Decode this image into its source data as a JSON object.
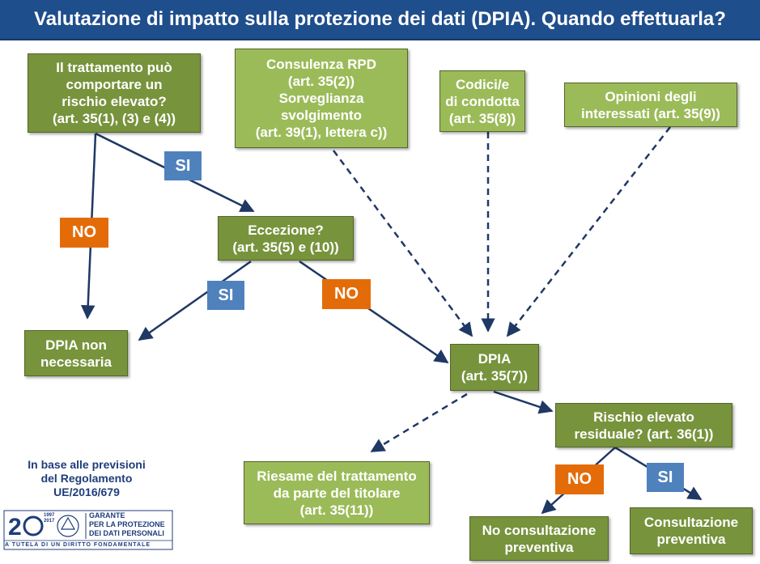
{
  "title": "Valutazione di impatto sulla protezione dei dati (DPIA). Quando effettuarla?",
  "nodes": {
    "rischio": [
      "Il trattamento può",
      "comportare un",
      "rischio elevato?",
      "(art. 35(1), (3) e (4))"
    ],
    "consulenza": [
      "Consulenza RPD",
      "(art. 35(2))",
      "Sorveglianza",
      "svolgimento",
      "(art. 39(1), lettera c))"
    ],
    "codici": [
      "Codici/e",
      "di condotta",
      "(art. 35(8))"
    ],
    "opinioni": [
      "Opinioni degli",
      "interessati (art. 35(9))"
    ],
    "eccezione": [
      "Eccezione?",
      "(art. 35(5) e (10))"
    ],
    "non_necessaria": [
      "DPIA non",
      "necessaria"
    ],
    "dpia": [
      "DPIA",
      "(art. 35(7))"
    ],
    "residuale": [
      "Rischio elevato",
      "residuale? (art. 36(1))"
    ],
    "riesame": [
      "Riesame del trattamento",
      "da parte del titolare",
      "(art. 35(11))"
    ],
    "no_consultazione": [
      "No consultazione",
      "preventiva"
    ],
    "consultazione": [
      "Consultazione",
      "preventiva"
    ]
  },
  "labels": {
    "si": "SI",
    "no": "NO"
  },
  "footnote": [
    "In base alle previsioni",
    "del Regolamento",
    "UE/2016/679"
  ],
  "logo": {
    "years": "1997 2017",
    "org_lines": [
      "GARANTE",
      "PER LA PROTEZIONE",
      "DEI DATI PERSONALI"
    ],
    "motto": "A TUTELA DI UN DIRITTO FONDAMENTALE"
  },
  "colors": {
    "header": "#1f4e8c",
    "box_dark": "#77933c",
    "box_light": "#9bbb59",
    "si": "#4f81bd",
    "no": "#e36c09",
    "arrow": "#1f3864"
  }
}
